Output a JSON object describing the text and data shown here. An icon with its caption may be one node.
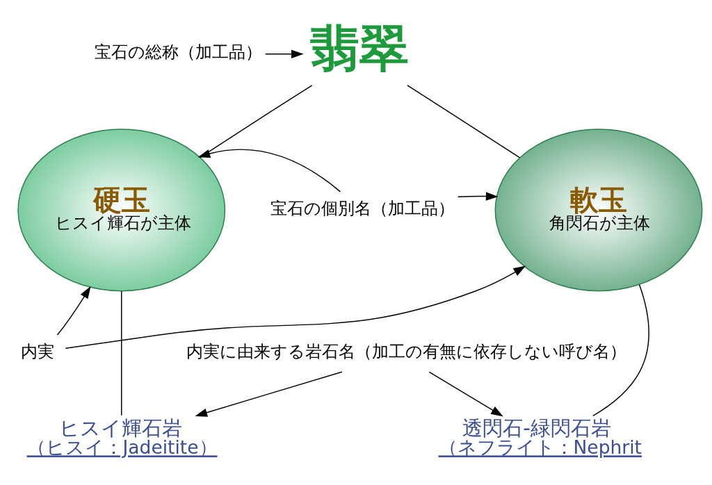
{
  "diagram": {
    "nodes": [
      {
        "text": [
          "翡翠"
        ]
      },
      {
        "text": [
          "宝石の総称（加工品）"
        ]
      },
      {
        "text": [
          "硬玉",
          "ヒスイ輝石が主体"
        ]
      },
      {
        "text": [
          "宝石の個別名（加工品）"
        ]
      },
      {
        "text": [
          "軟玉",
          "角閃石が主体"
        ]
      },
      {
        "text": [
          "内実"
        ]
      },
      {
        "text": [
          "ヒスイ輝石岩",
          "（ヒスイ：Jadeitite）"
        ]
      },
      {
        "text": [
          "透閃石-緑閃石岩",
          "（ネフライト：Nephrit"
        ]
      },
      {
        "text": [
          "内実に由来する岩石名（加工の有無に依存しない呼び名）"
        ]
      }
    ],
    "edges": [
      {
        "from": 1,
        "to": 0,
        "arrow": "to"
      },
      {
        "from": 0,
        "to": 2,
        "arrow": "none"
      },
      {
        "from": 0,
        "to": 4,
        "arrow": "none"
      },
      {
        "from": 3,
        "to": 2,
        "arrow": "to"
      },
      {
        "from": 3,
        "to": 4,
        "arrow": "to"
      },
      {
        "from": 5,
        "to": 2,
        "arrow": "to"
      },
      {
        "from": 5,
        "to": 4,
        "arrow": "to"
      },
      {
        "from": 2,
        "to": 6,
        "arrow": "none"
      },
      {
        "from": 4,
        "to": 7,
        "arrow": "none"
      },
      {
        "from": 8,
        "to": 6,
        "arrow": "to"
      },
      {
        "from": 8,
        "to": 7,
        "arrow": "to"
      }
    ]
  }
}
